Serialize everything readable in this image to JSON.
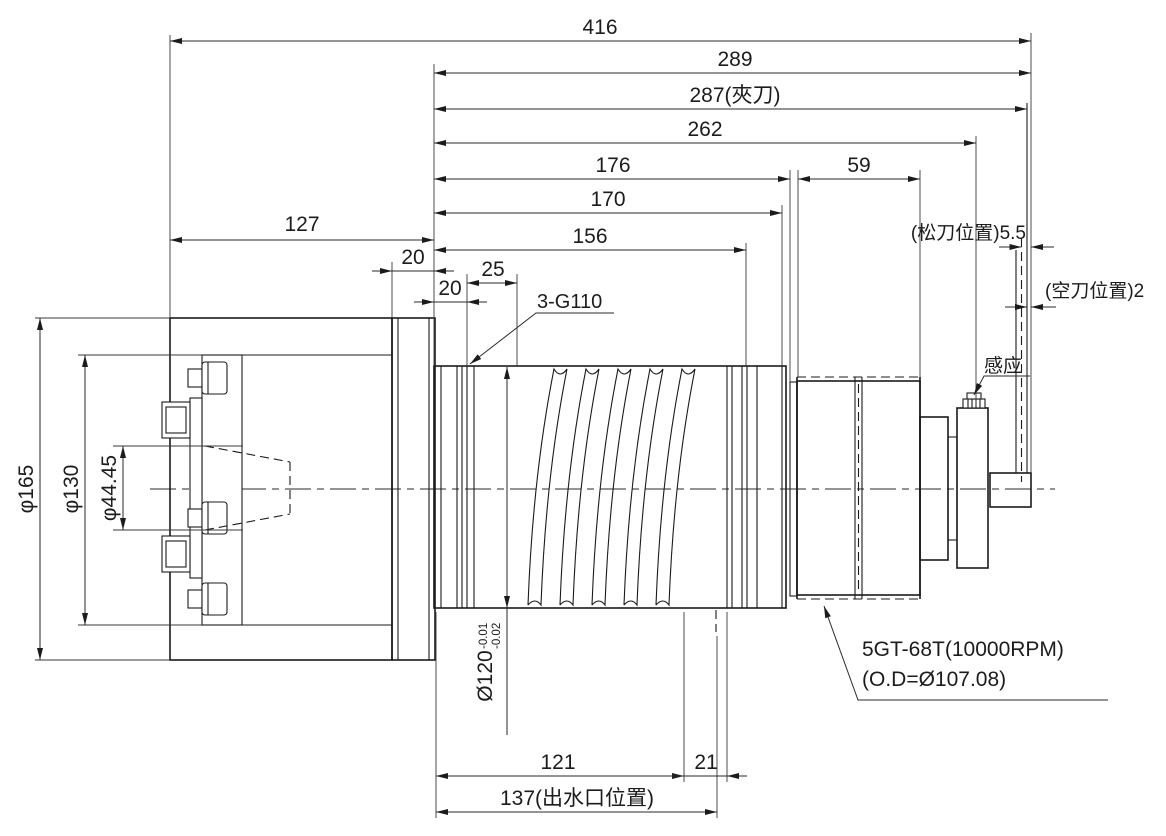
{
  "dims": {
    "len_416": "416",
    "len_289": "289",
    "len_287": "287(夾刀)",
    "len_262": "262",
    "len_176": "176",
    "len_59": "59",
    "len_170": "170",
    "len_156": "156",
    "len_127": "127",
    "len_20_flange": "20",
    "len_25": "25",
    "len_20_nose": "20",
    "note_g110": "3-G110",
    "note_release_pos": "(松刀位置)5.5",
    "note_empty_pos": "(空刀位置)2",
    "note_sensor": "感应",
    "dia_165": "φ165",
    "dia_130": "φ130",
    "dia_4445": "φ44.45",
    "dia_120": "Ø120",
    "dia_120_tol_upper": "-0.01",
    "dia_120_tol_lower": "-0.02",
    "note_pulley_line1": "5GT-68T(10000RPM)",
    "note_pulley_line2": "(O.D=Ø107.08)",
    "len_121": "121",
    "len_21": "21",
    "len_137": "137(出水口位置)"
  },
  "colors": {
    "line": "#1b1b1b",
    "background": "#ffffff"
  }
}
